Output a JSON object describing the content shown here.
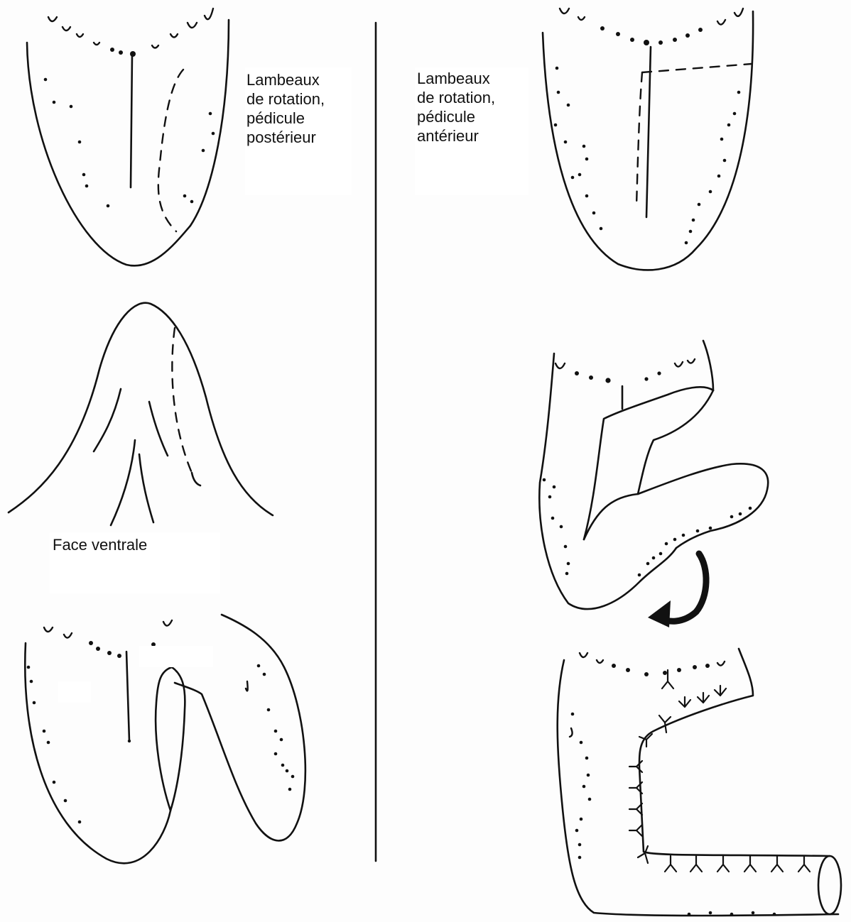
{
  "labels": {
    "posterior": [
      "Lambeaux",
      "de rotation,",
      "pédicule",
      "postérieur"
    ],
    "anterior": [
      "Lambeaux",
      "de rotation,",
      "pédicule",
      "antérieur"
    ],
    "ventral": "Face ventrale"
  },
  "colors": {
    "ink": "#111111",
    "paper": "#fdfdfd"
  }
}
